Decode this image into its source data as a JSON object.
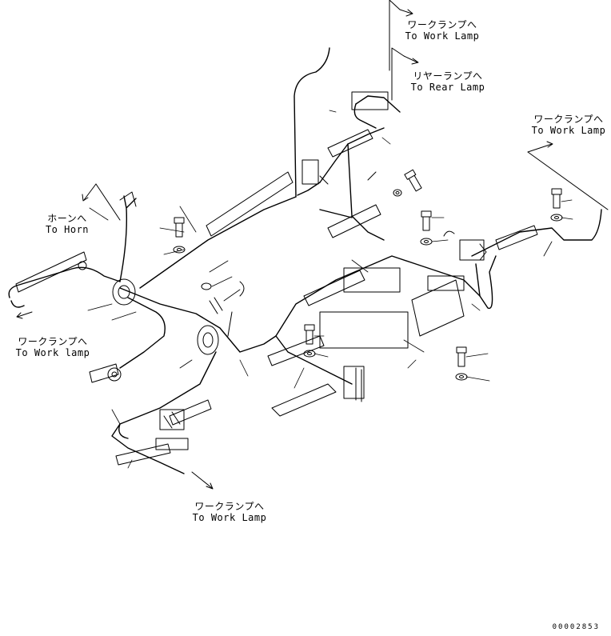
{
  "callouts": {
    "work_lamp_top": {
      "jp": "ワークランプへ",
      "en": "To Work Lamp"
    },
    "rear_lamp": {
      "jp": "リヤーランプへ",
      "en": "To Rear Lamp"
    },
    "work_lamp_right": {
      "jp": "ワークランプへ",
      "en": "To Work Lamp"
    },
    "horn": {
      "jp": "ホーンへ",
      "en": "To Horn"
    },
    "work_lamp_left": {
      "jp": "ワークランプへ",
      "en": "To Work lamp"
    },
    "work_lamp_bottom": {
      "jp": "ワークランプへ",
      "en": "To Work Lamp"
    }
  },
  "document_number": "00002853"
}
